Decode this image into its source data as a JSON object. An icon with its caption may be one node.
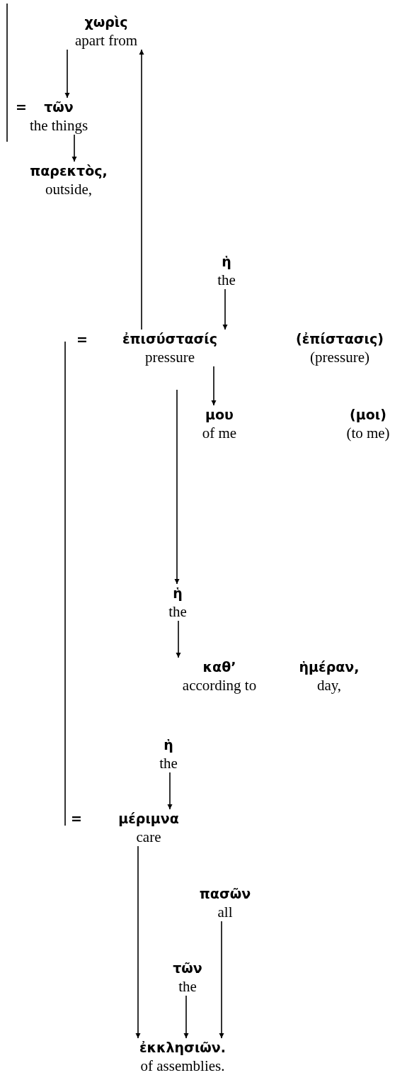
{
  "diagram": {
    "nodes": [
      {
        "text": [
          "χωρὶς",
          "apart from"
        ]
      },
      {
        "text": [
          "τῶν",
          "the things"
        ]
      },
      {
        "text": [
          "παρεκτὸς,",
          "outside,"
        ]
      },
      {
        "text": [
          "ἡ",
          "the"
        ]
      },
      {
        "text": [
          "ἐπισύστασίς",
          "pressure"
        ]
      },
      {
        "text": [
          "(ἐπίστασις)",
          "(pressure)"
        ]
      },
      {
        "text": [
          "μου",
          "of me"
        ]
      },
      {
        "text": [
          "(μοι)",
          "(to me)"
        ]
      },
      {
        "text": [
          "ἡ",
          "the"
        ]
      },
      {
        "text": [
          "καθ’",
          "according to"
        ]
      },
      {
        "text": [
          "ἡμέραν,",
          "day,"
        ]
      },
      {
        "text": [
          "ἡ",
          "the"
        ]
      },
      {
        "text": [
          "μέριμνα",
          "care"
        ]
      },
      {
        "text": [
          "πασῶν",
          "all"
        ]
      },
      {
        "text": [
          "τῶν",
          "the"
        ]
      },
      {
        "text": [
          "ἐκκλησιῶν.",
          "of assemblies."
        ]
      }
    ],
    "edges": [
      {
        "from": 0,
        "to": 1,
        "arrow": "to"
      },
      {
        "from": 1,
        "to": 2,
        "arrow": "to"
      },
      {
        "from": 4,
        "to": 0,
        "arrow": "to"
      },
      {
        "from": 3,
        "to": 4,
        "arrow": "to"
      },
      {
        "from": 4,
        "to": 6,
        "arrow": "to"
      },
      {
        "from": 4,
        "to": 8,
        "arrow": "to"
      },
      {
        "from": 8,
        "to": 9,
        "arrow": "to"
      },
      {
        "from": 11,
        "to": 12,
        "arrow": "to"
      },
      {
        "from": 12,
        "to": 15,
        "arrow": "to"
      },
      {
        "from": 13,
        "to": 15,
        "arrow": "to"
      },
      {
        "from": 14,
        "to": 15,
        "arrow": "to"
      }
    ],
    "labels": [
      "=",
      "=",
      "="
    ]
  }
}
